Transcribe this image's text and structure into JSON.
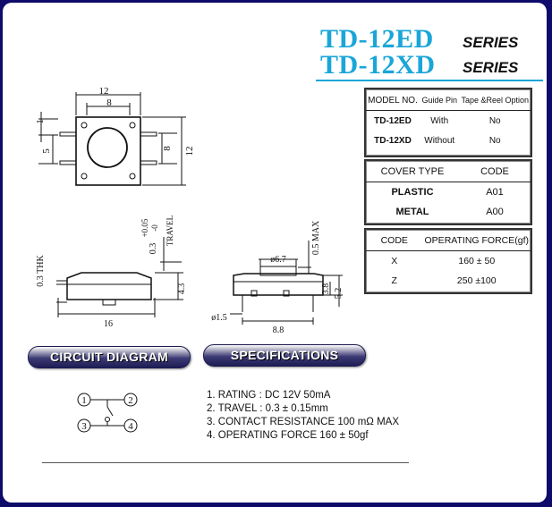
{
  "title": {
    "line1": "TD-12ED",
    "line2": "TD-12XD",
    "series": "SERIES"
  },
  "model_table": {
    "headers": [
      "MODEL NO.",
      "Guide Pin",
      "Tape &Reel Option"
    ],
    "rows": [
      [
        "TD-12ED",
        "With",
        "No"
      ],
      [
        "TD-12XD",
        "Without",
        "No"
      ]
    ]
  },
  "cover_table": {
    "headers": [
      "COVER TYPE",
      "CODE"
    ],
    "rows": [
      [
        "PLASTIC",
        "A01"
      ],
      [
        "METAL",
        "A00"
      ]
    ]
  },
  "force_table": {
    "headers": [
      "CODE",
      "OPERATING FORCE(gf)"
    ],
    "rows": [
      [
        "X",
        "160 ± 50"
      ],
      [
        "Z",
        "250 ±100"
      ]
    ]
  },
  "drawing": {
    "top_w_outer": "12",
    "top_w_inner": "8",
    "left_1": "1",
    "left_5": "5",
    "right_8": "8",
    "right_12": "12",
    "side_thk": "0.3 THK",
    "side_travel_val": "0.3",
    "side_travel_tol_plus": "+0.05",
    "side_travel_tol_minus": "-0",
    "side_travel": "TRAVEL",
    "side_43": "4.3",
    "side_16": "16",
    "front_67": "ø6.7",
    "front_05max": "0.5 MAX",
    "front_38": "3.8",
    "front_52": "5.2",
    "front_15": "ø1.5",
    "front_88": "8.8"
  },
  "circuit": {
    "title": "CIRCUIT DIAGRAM",
    "pins": [
      "1",
      "2",
      "3",
      "4"
    ]
  },
  "specifications": {
    "title": "SPECIFICATIONS",
    "items": [
      "1. RATING : DC 12V  50mA",
      "2. TRAVEL : 0.3 ± 0.15mm",
      "3. CONTACT RESISTANCE 100 mΩ MAX",
      "4. OPERATING FORCE 160 ± 50gf"
    ]
  },
  "colors": {
    "title": "#1aa6d8",
    "border": "#0e0b6a",
    "pill": "#2a2860"
  }
}
